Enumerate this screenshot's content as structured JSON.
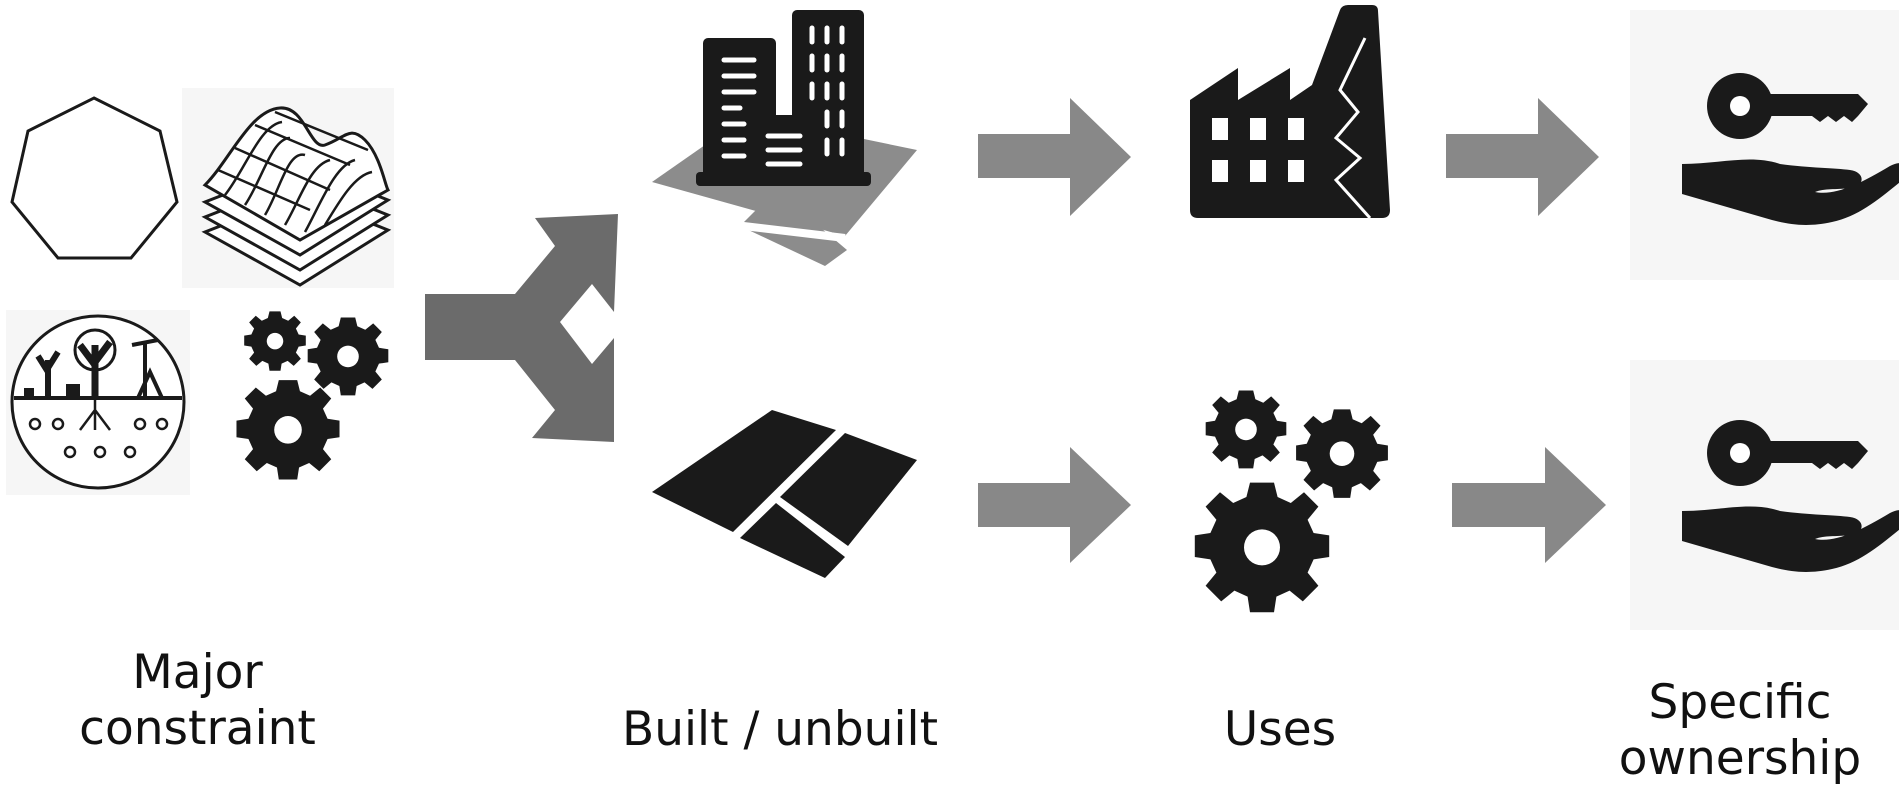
{
  "labels": {
    "constraint": [
      "Major",
      "constraint"
    ],
    "built": "Built / unbuilt",
    "uses": "Uses",
    "ownership": [
      "Specific",
      "ownership"
    ]
  },
  "colors": {
    "icon": "#1a1a1a",
    "arrow_light": "#888888",
    "arrow_dark": "#6b6b6b",
    "plot_faded": "#8c8c8c",
    "card_bg": "#f6f6f6"
  },
  "icons": {
    "constraint": [
      "heptagon-icon",
      "terrain-layers-icon",
      "soil-environment-icon",
      "gears-icon"
    ],
    "built": [
      "buildings-on-plot-icon",
      "empty-plot-icon"
    ],
    "uses": [
      "factory-icon",
      "gears-icon"
    ],
    "ownership": [
      "key-hand-icon",
      "key-hand-icon"
    ]
  }
}
